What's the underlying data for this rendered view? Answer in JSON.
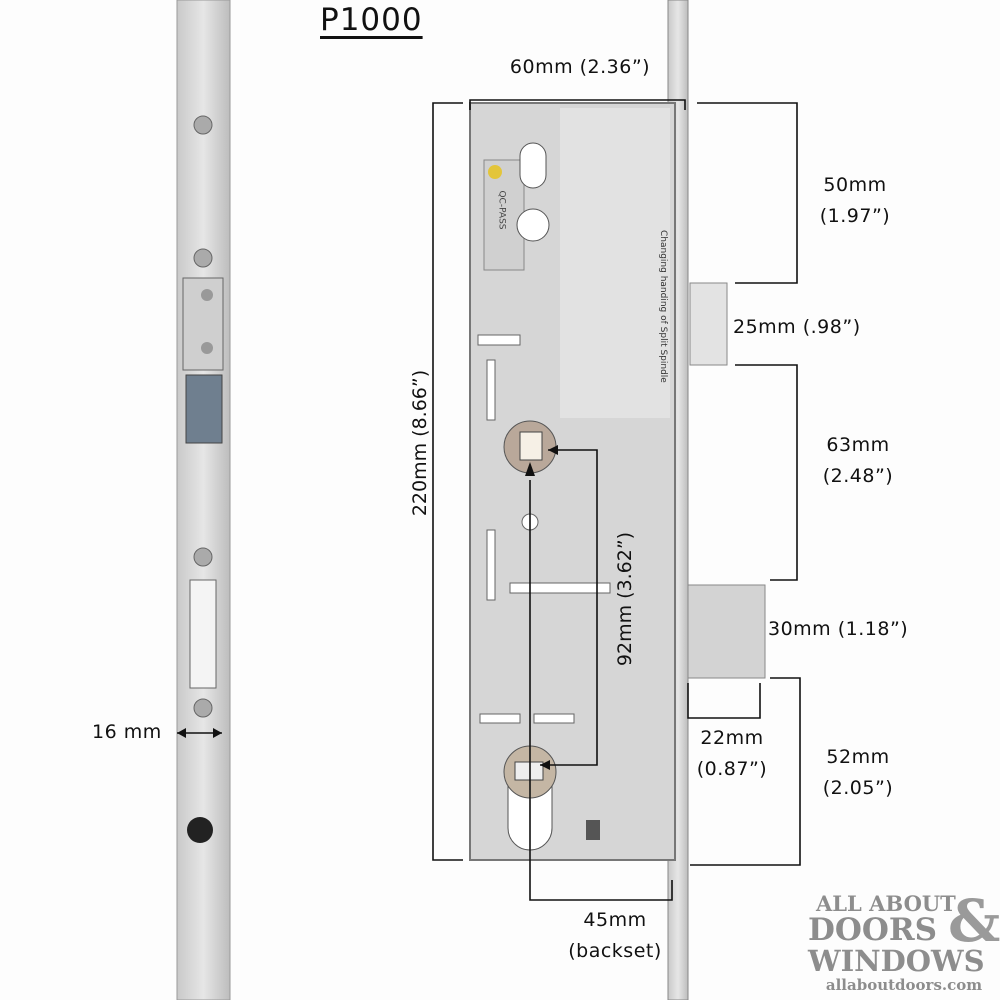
{
  "title": "P1000",
  "dimensions": {
    "width": "60mm (2.36”)",
    "height": "220mm (8.66”)",
    "top_to_latch": [
      "50mm",
      "(1.97”)"
    ],
    "latch": "25mm (.98”)",
    "latch_to_deadbolt": [
      "63mm",
      "(2.48”)"
    ],
    "deadbolt": "30mm (1.18”)",
    "deadbolt_throw": [
      "22mm",
      "(0.87”)"
    ],
    "deadbolt_to_bottom": [
      "52mm",
      "(2.05”)"
    ],
    "centers": "92mm (3.62”)",
    "backset": [
      "45mm",
      "(backset)"
    ],
    "faceplate": "16 mm"
  },
  "case_label": {
    "qc": "QC-PASS",
    "instructions_title": "Changing handing of Split Spindle"
  },
  "logo": {
    "line1": "ALL ABOUT",
    "line2": "DOORS",
    "amp": "&",
    "line3": "WINDOWS",
    "url": "allaboutdoors.com"
  },
  "colors": {
    "metal": "#d8d8d8",
    "ink": "#111111",
    "logo": "#8d8d8d",
    "qc_dot": "#e3c53a"
  }
}
